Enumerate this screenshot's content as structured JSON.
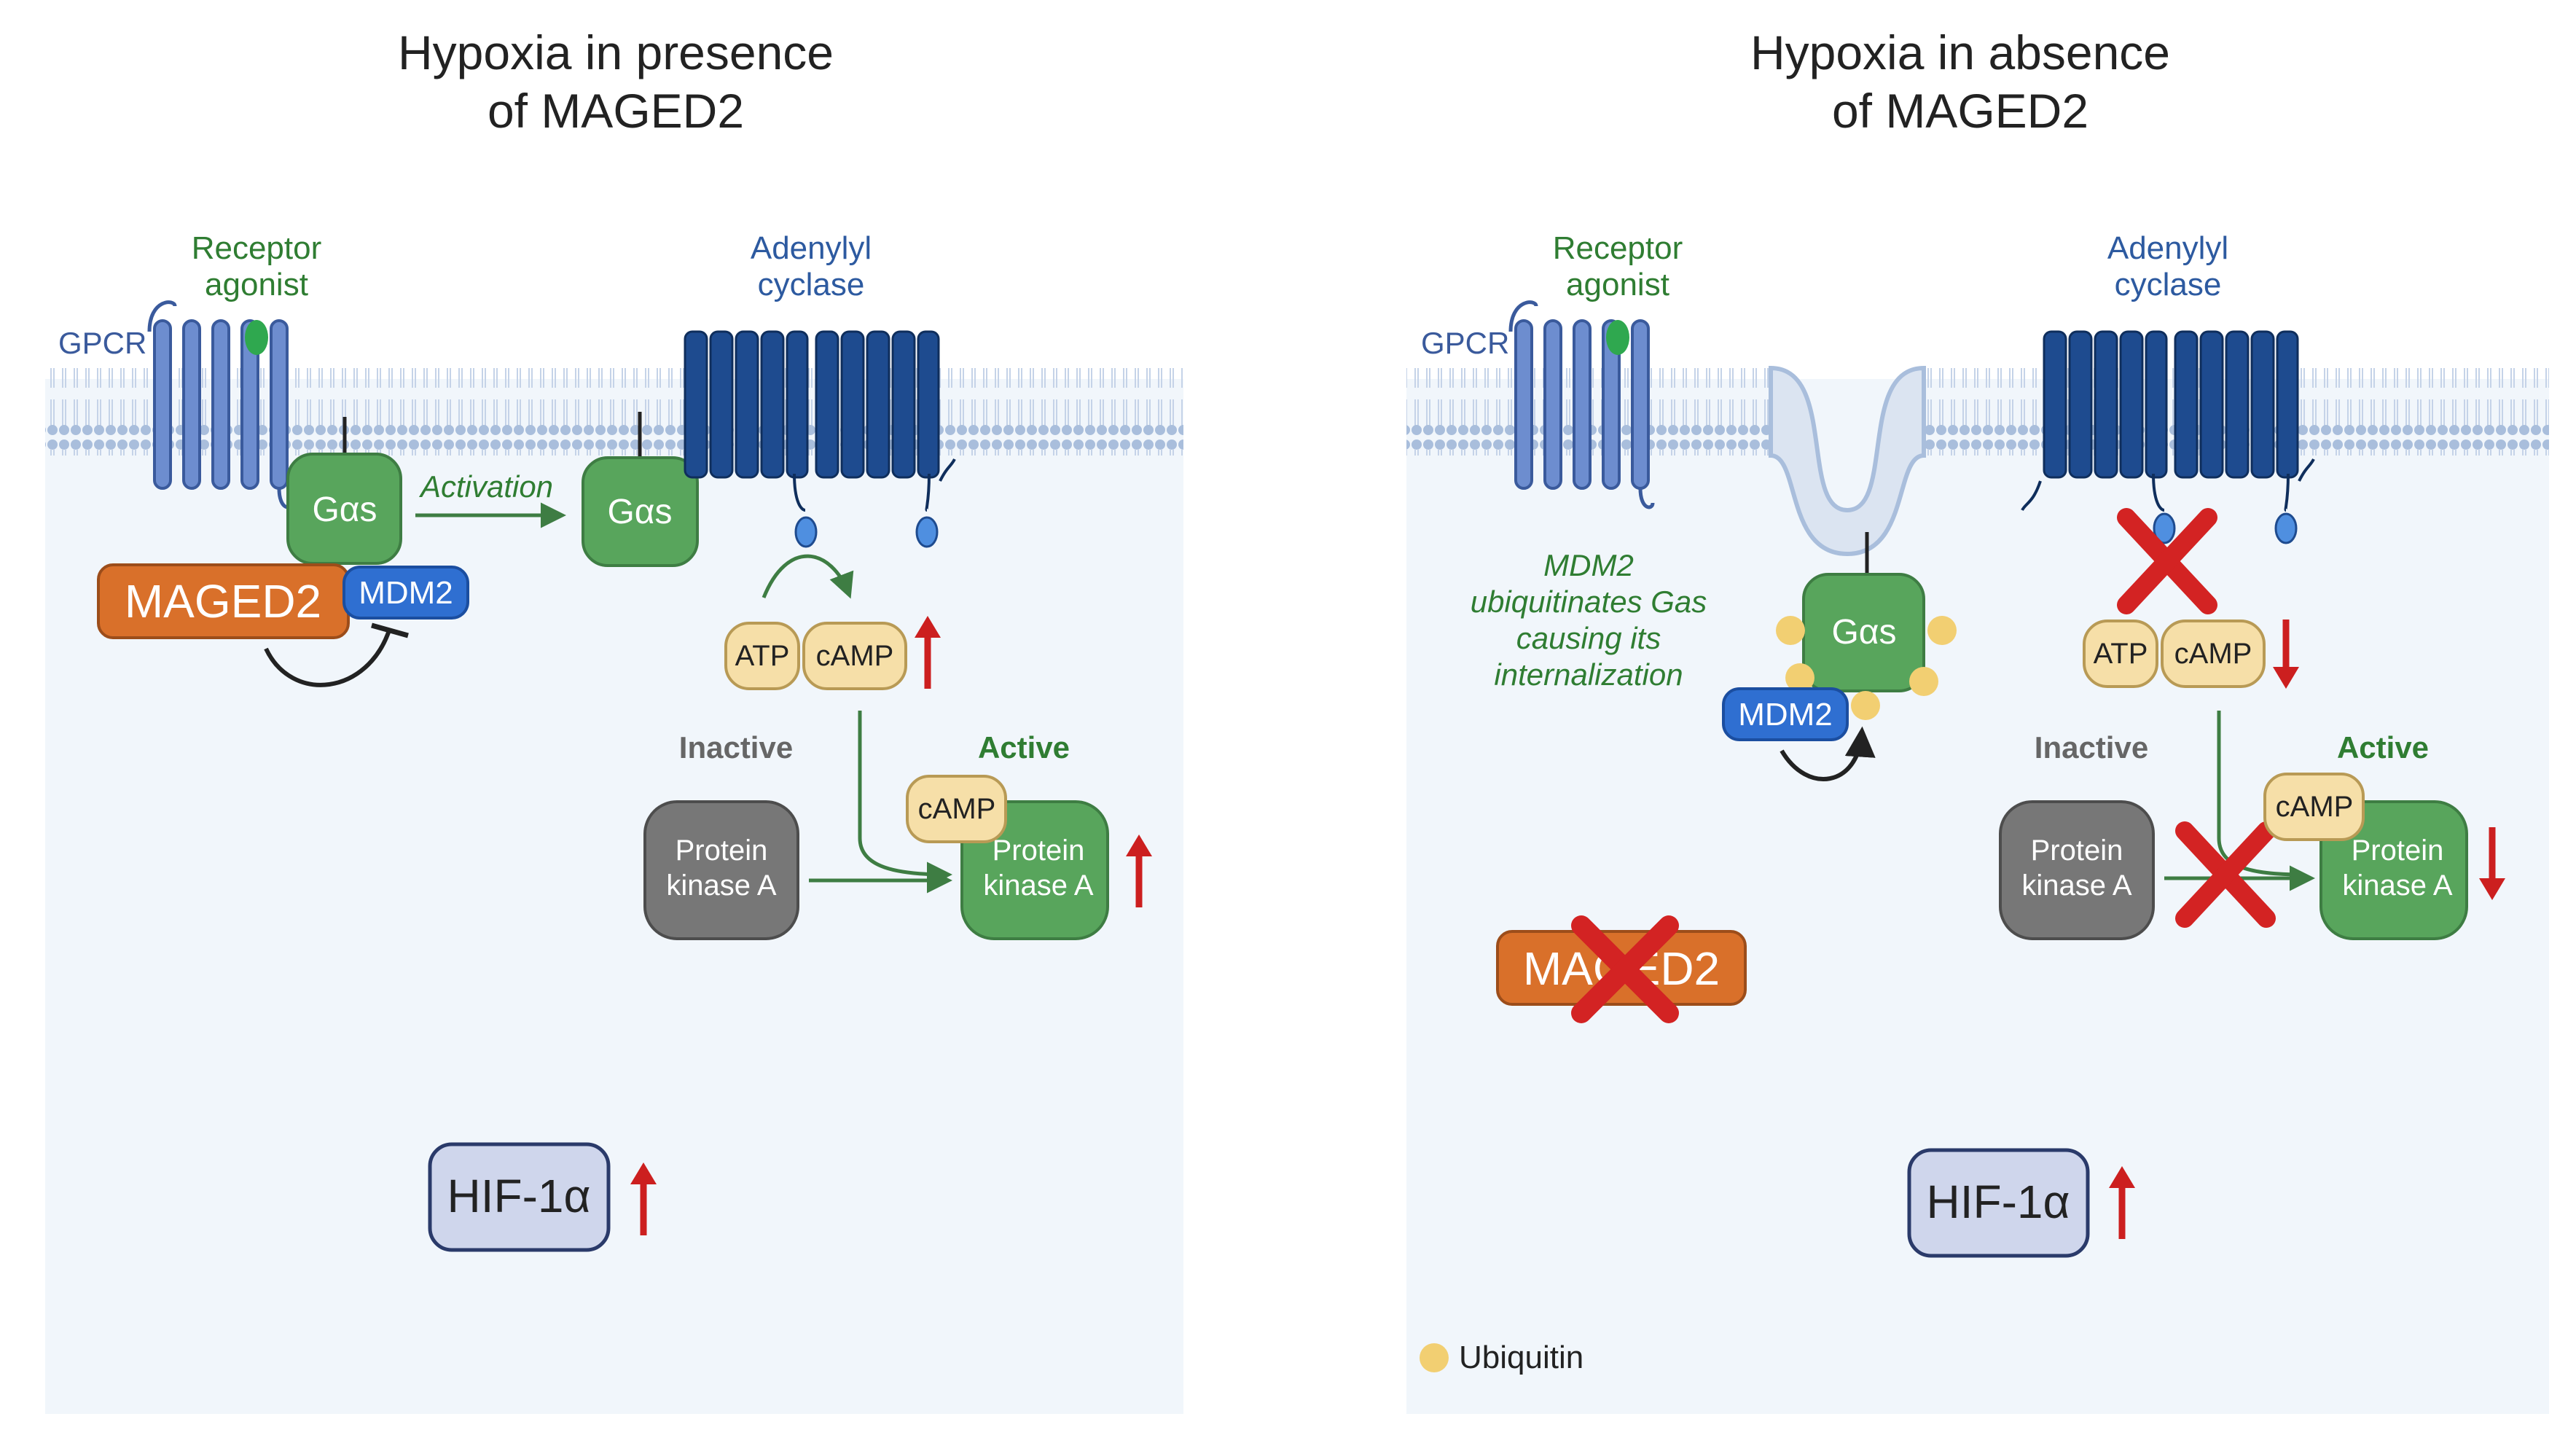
{
  "colors": {
    "panel_bg": "#f1f6fb",
    "membrane": "#9fb6d6",
    "galpha_green": "#58a55c",
    "maged2_orange": "#d9702a",
    "mdm2_blue": "#2f6fd1",
    "adenylyl_navy": "#1e4b8f",
    "atp_beige": "#f6dfa8",
    "pka_gray": "#777777",
    "hif_box": "#cfd6ec",
    "up_down_red": "#cc1f1f",
    "ubiquitin_yellow": "#f2cf72"
  },
  "left_panel": {
    "title_line1": "Hypoxia in presence",
    "title_line2": "of MAGED2",
    "receptor_agonist_line1": "Receptor",
    "receptor_agonist_line2": "agonist",
    "gpcr_label": "GPCR",
    "adenylyl_line1": "Adenylyl",
    "adenylyl_line2": "cyclase",
    "galpha_bound": "Gαs",
    "activation_label": "Activation",
    "galpha_free": "Gαs",
    "maged2": "MAGED2",
    "mdm2": "MDM2",
    "atp": "ATP",
    "camp": "cAMP",
    "inactive_label": "Inactive",
    "active_label": "Active",
    "pka_inactive_line1": "Protein",
    "pka_inactive_line2": "kinase A",
    "pka_camp": "cAMP",
    "pka_active_line1": "Protein",
    "pka_active_line2": "kinase A",
    "hif": "HIF-1α",
    "camp_trend": "up",
    "pka_trend": "up",
    "hif_trend": "up"
  },
  "right_panel": {
    "title_line1": "Hypoxia in absence",
    "title_line2": "of MAGED2",
    "receptor_agonist_line1": "Receptor",
    "receptor_agonist_line2": "agonist",
    "gpcr_label": "GPCR",
    "adenylyl_line1": "Adenylyl",
    "adenylyl_line2": "cyclase",
    "mdm2_note_line1": "MDM2",
    "mdm2_note_line2": "ubiquitinates Gas",
    "mdm2_note_line3": "causing its",
    "mdm2_note_line4": "internalization",
    "galpha": "Gαs",
    "mdm2": "MDM2",
    "atp": "ATP",
    "camp": "cAMP",
    "inactive_label": "Inactive",
    "active_label": "Active",
    "pka_inactive_line1": "Protein",
    "pka_inactive_line2": "kinase A",
    "pka_camp": "cAMP",
    "pka_active_line1": "Protein",
    "pka_active_line2": "kinase A",
    "maged2_crossed": "MAGED2",
    "hif": "HIF-1α",
    "legend_ubiquitin": "Ubiquitin",
    "camp_trend": "down",
    "pka_trend": "down",
    "hif_trend": "up"
  }
}
